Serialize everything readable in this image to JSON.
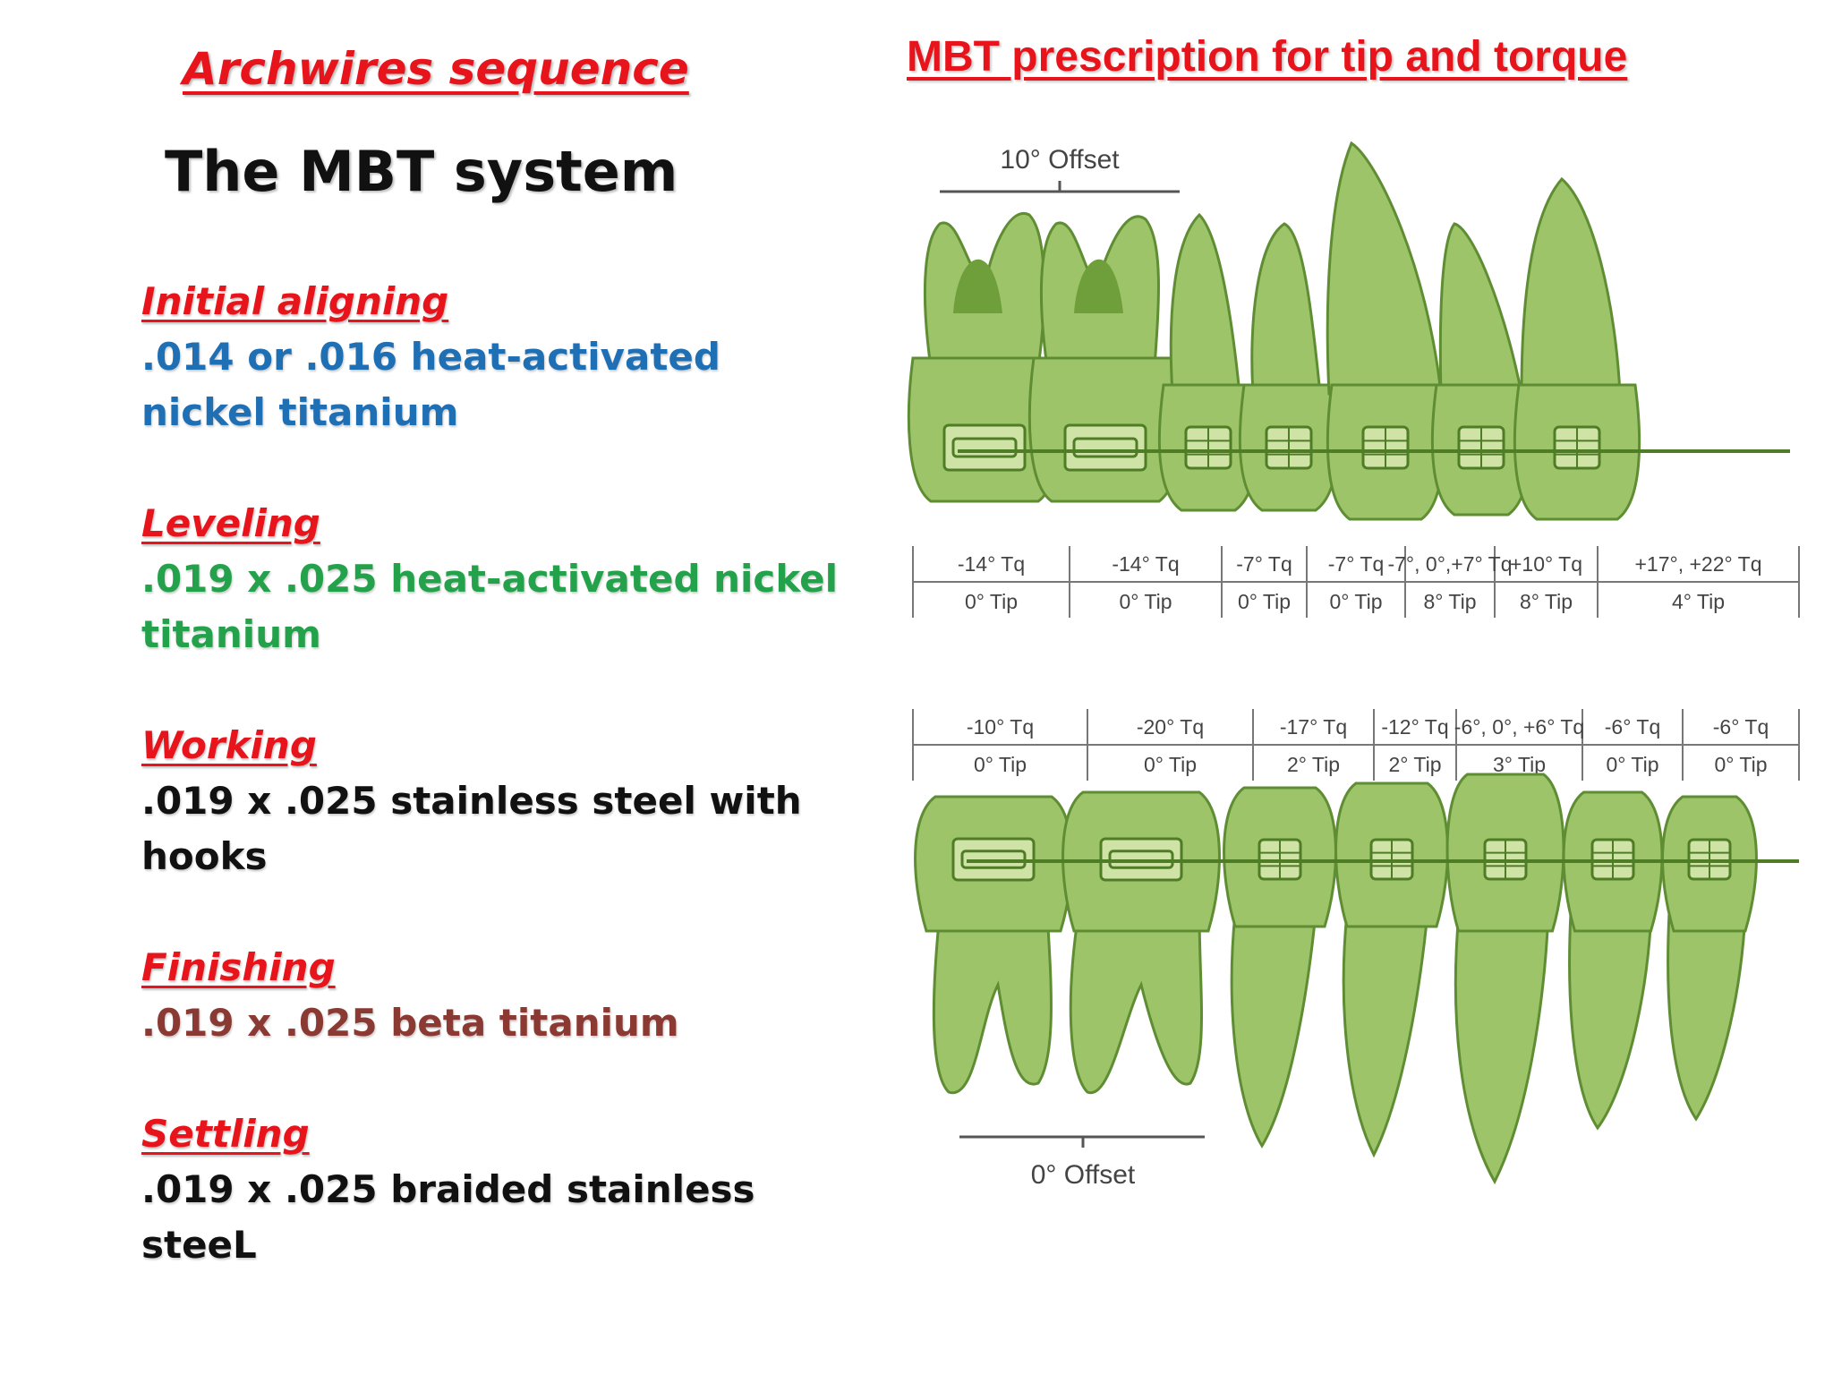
{
  "left_title": "Archwires sequence",
  "right_title": "MBT prescription for tip and torque",
  "system_title": "The MBT system",
  "stages": [
    {
      "heading": "Initial aligning",
      "wire": ".014 or .016 heat-activated nickel titanium",
      "color": "#1f6fb4"
    },
    {
      "heading": "Leveling",
      "wire": ".019 x .025 heat-activated nickel titanium",
      "color": "#23a24b"
    },
    {
      "heading": "Working",
      "wire": ".019 x .025 stainless steel with hooks",
      "color": "#111111"
    },
    {
      "heading": "Finishing",
      "wire": ".019 x .025 beta titanium",
      "color": "#8a3a33"
    },
    {
      "heading": "Settling",
      "wire": ".019 x .025 braided stainless steeL",
      "color": "#111111"
    }
  ],
  "diagram": {
    "tooth_color": "#9ec46a",
    "tooth_dark": "#6f9f3a",
    "upper_offset": "10° Offset",
    "lower_offset": "0° Offset",
    "upper": [
      {
        "tq": "-14° Tq",
        "tip": "0° Tip"
      },
      {
        "tq": "-14° Tq",
        "tip": "0° Tip"
      },
      {
        "tq": "-7° Tq",
        "tip": "0° Tip"
      },
      {
        "tq": "-7° Tq",
        "tip": "0° Tip"
      },
      {
        "tq": "-7°, 0°,+7° Tq",
        "tip": "8° Tip"
      },
      {
        "tq": "+10° Tq",
        "tip": "8° Tip"
      },
      {
        "tq": "+17°, +22° Tq",
        "tip": "4° Tip"
      }
    ],
    "lower": [
      {
        "tq": "-10° Tq",
        "tip": "0° Tip"
      },
      {
        "tq": "-20° Tq",
        "tip": "0° Tip"
      },
      {
        "tq": "-17° Tq",
        "tip": "2° Tip"
      },
      {
        "tq": "-12° Tq",
        "tip": "2° Tip"
      },
      {
        "tq": "-6°, 0°, +6° Tq",
        "tip": "3° Tip"
      },
      {
        "tq": "-6° Tq",
        "tip": "0° Tip"
      },
      {
        "tq": "-6° Tq",
        "tip": "0° Tip"
      }
    ]
  }
}
